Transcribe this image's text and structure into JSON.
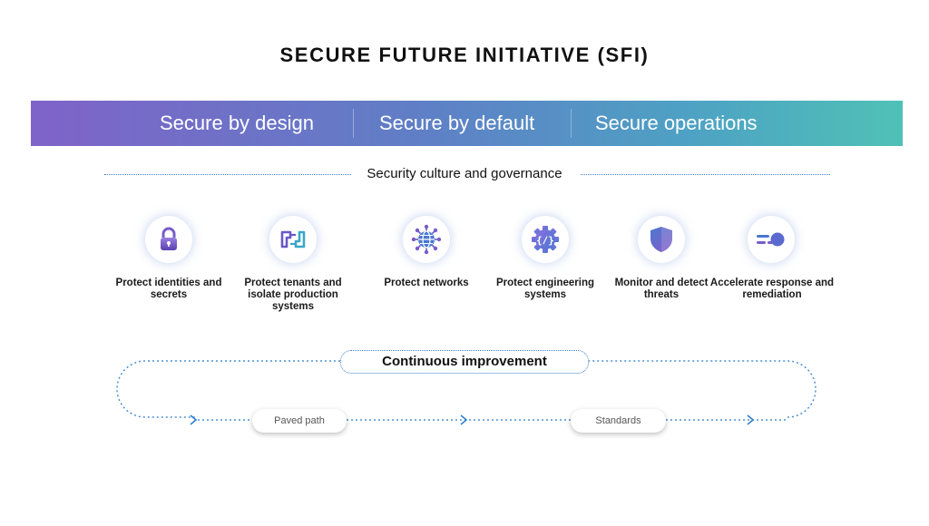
{
  "title": "SECURE FUTURE INITIATIVE (SFI)",
  "pillars": [
    "Secure by design",
    "Secure by default",
    "Secure operations"
  ],
  "culture": "Security culture and governance",
  "areas": [
    {
      "label": "Protect identities and secrets",
      "icon": "lock-icon"
    },
    {
      "label": "Protect tenants and isolate production systems",
      "icon": "isolation-icon"
    },
    {
      "label": "Protect networks",
      "icon": "network-globe-icon"
    },
    {
      "label": "Protect engineering systems",
      "icon": "gear-code-icon"
    },
    {
      "label": "Monitor and detect threats",
      "icon": "shield-icon"
    },
    {
      "label": "Accelerate response and remediation",
      "icon": "speed-icon"
    }
  ],
  "improvement": {
    "title": "Continuous improvement",
    "steps": [
      "Paved path",
      "Standards"
    ]
  },
  "colors": {
    "gradient_start": "#7f63c8",
    "gradient_end": "#4fc1b6",
    "accent_blue": "#3d7fd0",
    "icon_purple": "#7a5cc8"
  }
}
